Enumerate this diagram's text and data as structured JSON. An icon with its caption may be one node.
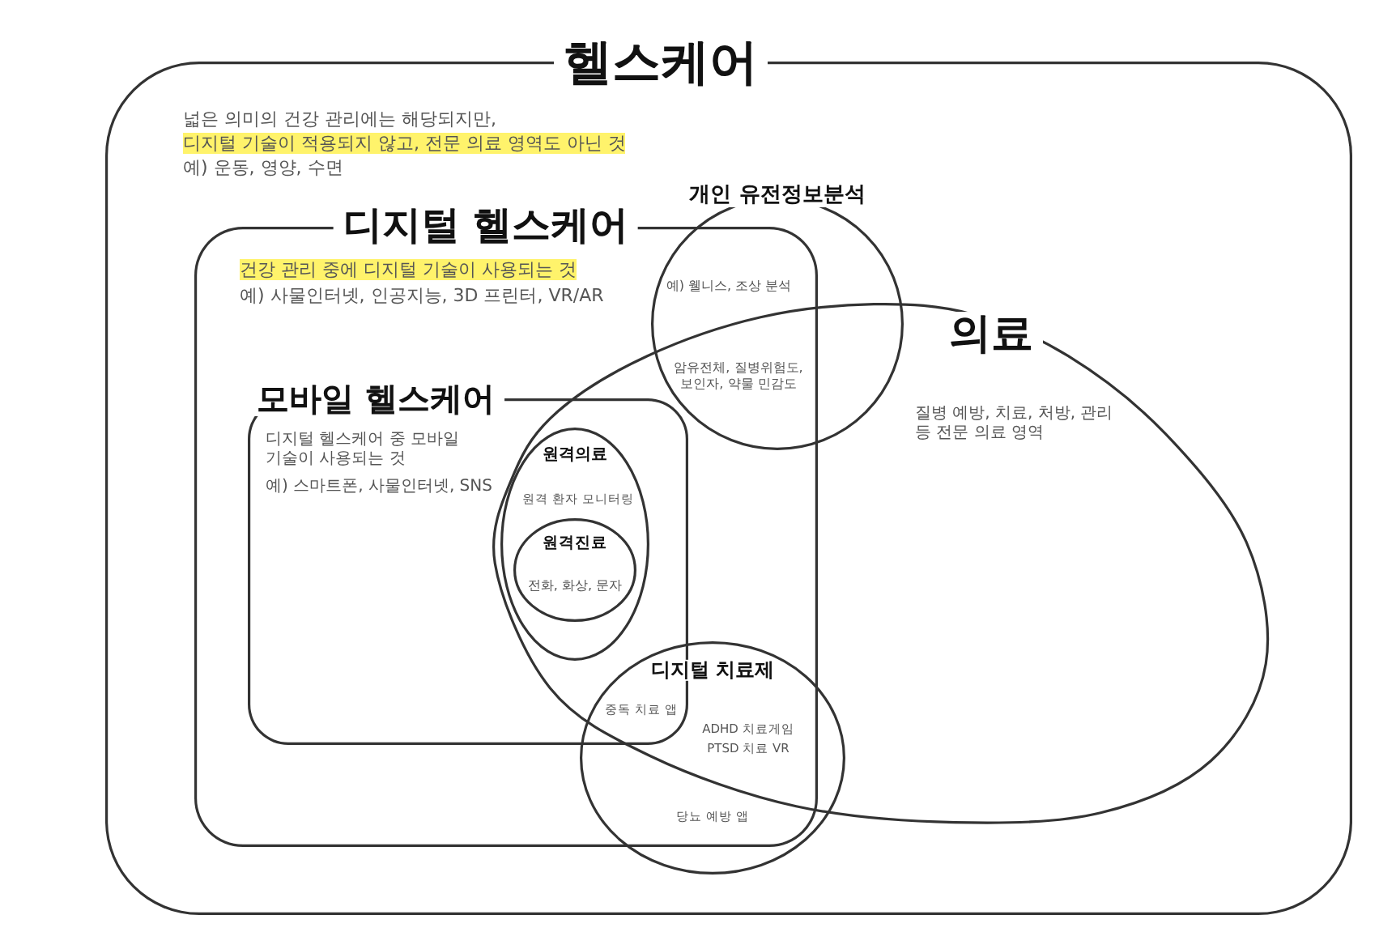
{
  "diagram": {
    "nodes": [
      {
        "text": [
          "헬스케어",
          "넓은 의미의 건강 관리에는 해당되지만,",
          "디지털 기술이 적용되지 않고, 전문 의료 영역도 아닌 것",
          "예) 운동, 영양, 수면"
        ]
      },
      {
        "text": [
          "디지털 헬스케어",
          "건강 관리 중에 디지털 기술이 사용되는 것",
          "예) 사물인터넷, 인공지능, 3D 프린터, VR/AR"
        ],
        "in": 0
      },
      {
        "text": [
          "모바일 헬스케어",
          "디지털 헬스케어 중 모바일 기술이 사용되는 것",
          "예) 스마트폰, 사물인터넷, SNS"
        ],
        "in": 1
      },
      {
        "text": [
          "원격의료",
          "원격 환자 모니터링"
        ]
      },
      {
        "text": [
          "원격진료",
          "전화, 화상, 문자"
        ],
        "in": 3
      },
      {
        "text": [
          "개인 유전정보분석",
          "예) 웰니스, 조상 분석",
          "암유전체, 질병위험도, 보인자, 약물 민감도"
        ],
        "in": 0
      },
      {
        "text": [
          "의료",
          "질병 예방, 치료, 처방, 관리 등 전문 의료 영역"
        ],
        "in": 0
      },
      {
        "text": [
          "디지털 치료제",
          "중독 치료 앱",
          "ADHD 치료게임",
          "PTSD 치료 VR",
          "당뇨 예방 앱"
        ],
        "in": 0
      }
    ]
  }
}
